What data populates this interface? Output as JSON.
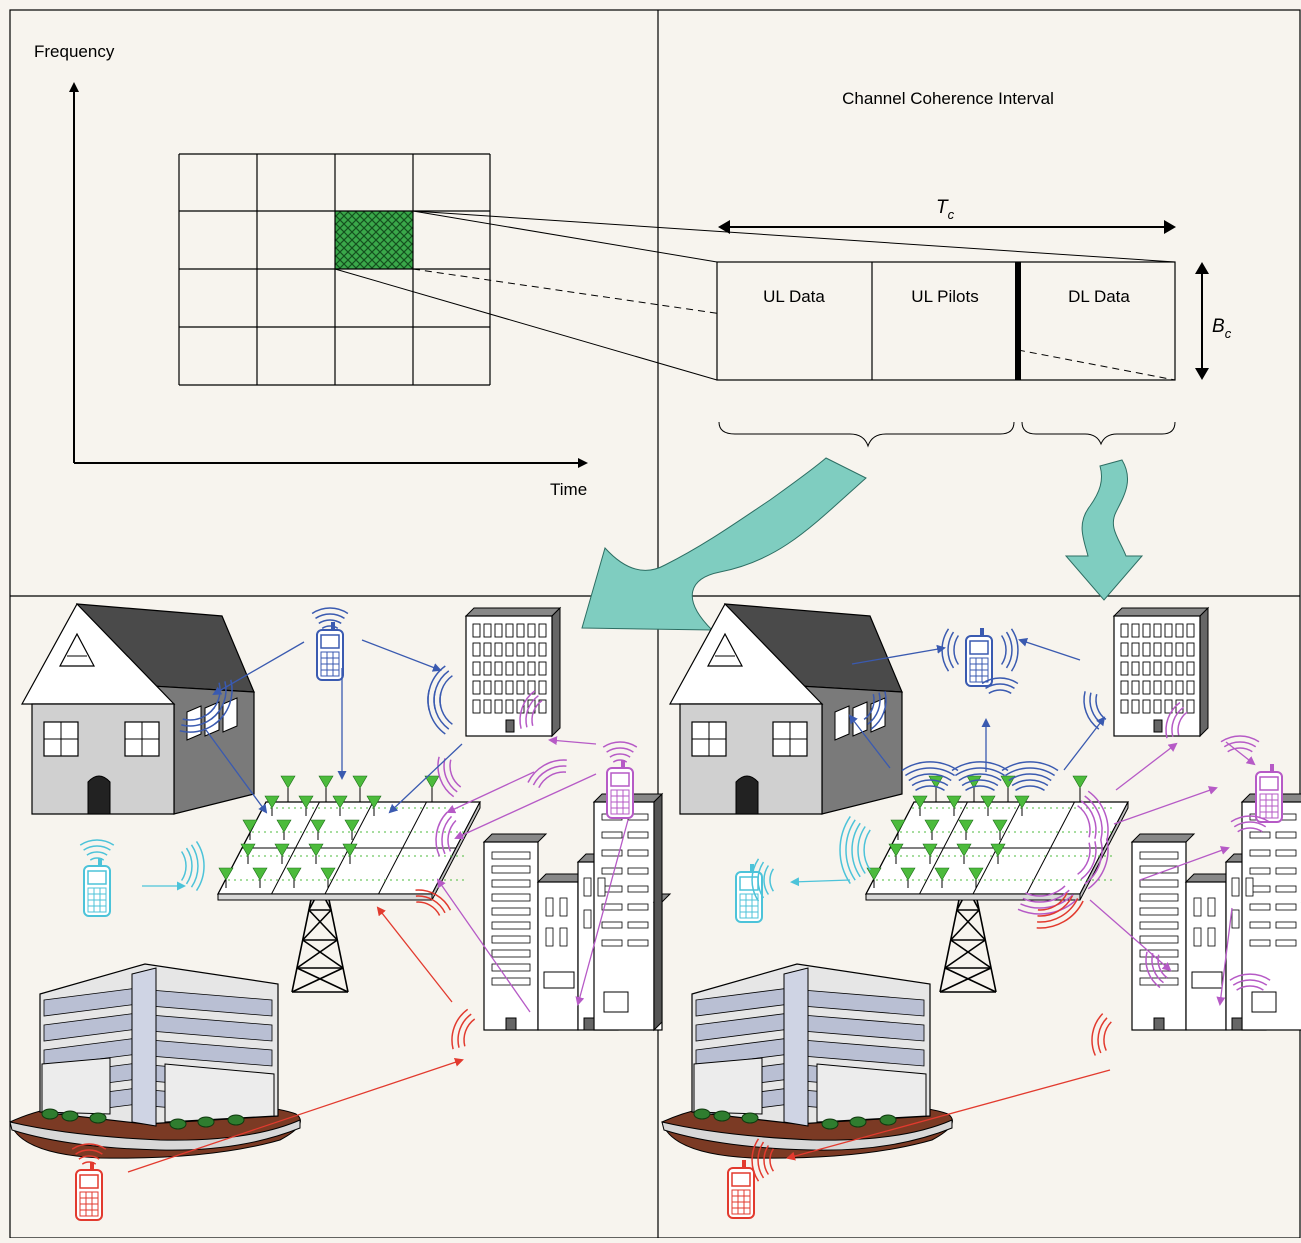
{
  "top_left": {
    "y_axis_label": "Frequency",
    "x_axis_label": "Time"
  },
  "top_right": {
    "title": "Channel Coherence Interval",
    "tc_label": "T",
    "tc_sub": "c",
    "bc_label": "B",
    "bc_sub": "c",
    "segments": [
      "UL Data",
      "UL Pilots",
      "DL Data"
    ]
  },
  "colors": {
    "background": "#f7f4ee",
    "grid_highlight": "#3aa84a",
    "flow_arrow": "#7fcdc0",
    "antenna": "#4cbb3c",
    "user_blue": "#3a5ab0",
    "user_cyan": "#4cc3d9",
    "user_purple": "#b65ac6",
    "user_red": "#e23a2e",
    "building_light": "#d0d0d0",
    "building_dark": "#4a4a4a"
  },
  "panels": {
    "left": "uplink",
    "right": "downlink"
  }
}
